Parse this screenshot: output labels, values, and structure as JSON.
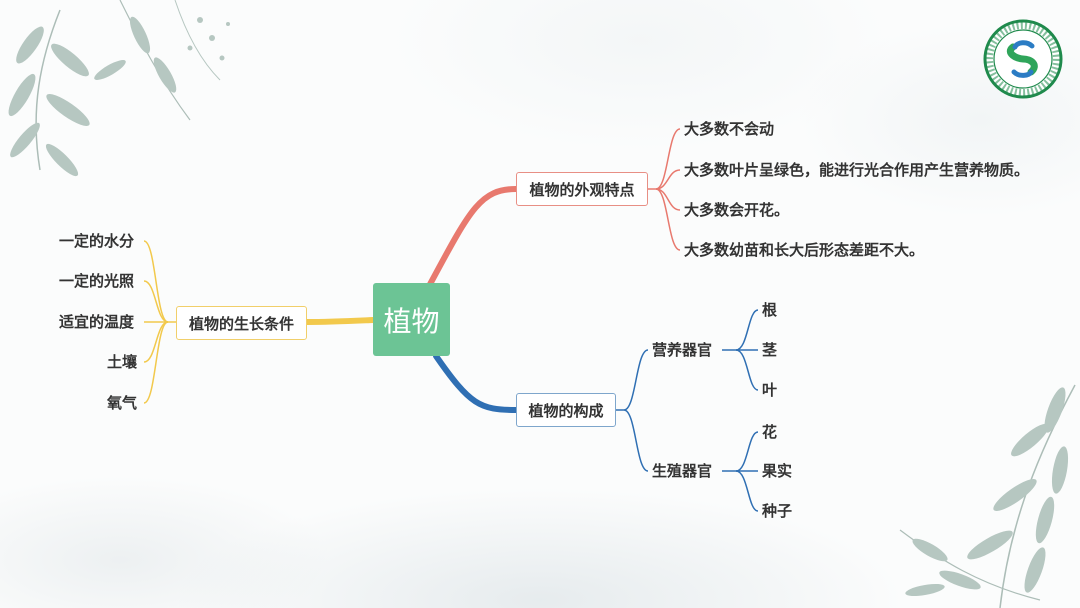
{
  "root": "植物",
  "branches": {
    "appearance": {
      "label": "植物的外观特点",
      "items": [
        "大多数不会动",
        "大多数叶片呈绿色，能进行光合作用产生营养物质。",
        "大多数会开花。",
        "大多数幼苗和长大后形态差距不大。"
      ]
    },
    "growth": {
      "label": "植物的生长条件",
      "items": [
        "一定的水分",
        "一定的光照",
        "适宜的温度",
        "土壤",
        "氧气"
      ]
    },
    "structure": {
      "label": "植物的构成",
      "nutritive": {
        "label": "营养器官",
        "items": [
          "根",
          "茎",
          "叶"
        ]
      },
      "reproductive": {
        "label": "生殖器官",
        "items": [
          "花",
          "果实",
          "种子"
        ]
      }
    }
  },
  "colors": {
    "root_fill": "#6cc495",
    "appearance": "#e8796e",
    "growth": "#f2c94c",
    "structure": "#2f6fb3"
  },
  "logo": {
    "icon": "university-seal-icon"
  }
}
